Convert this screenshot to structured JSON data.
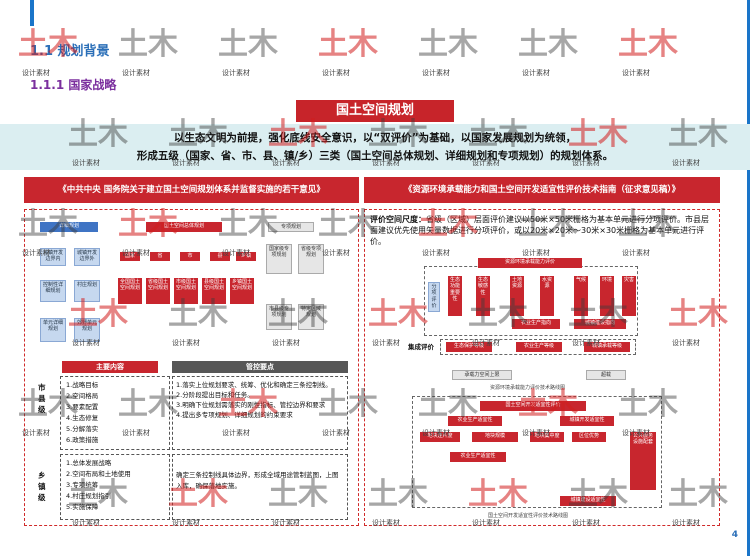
{
  "section_title": "1.1 规划背景",
  "subsection_title": "1.1.1 国家战略",
  "main_title": "国土空间规划",
  "intro_lines": [
    "以生态文明为前提，强化底线安全意识，以“双评价”为基础，以国家发展规划为统领，",
    "形成五级（国家、省、市、县、镇/乡）三类（国土空间总体规划、详细规划和专项规划）的规划体系。"
  ],
  "left_panel": {
    "header": "《中共中央 国务院关于建立国土空间规划体系并监督实施的若干意见》",
    "categories": [
      "详细规划",
      "国土空间总体规划",
      "专项规划"
    ],
    "levels": [
      "国家",
      "省",
      "市",
      "县",
      "乡镇"
    ],
    "detail_items": [
      "城镇开发边界内",
      "城镇开发边界外",
      "控制性详细规划",
      "村庄规划",
      "单元详细规划",
      "郊野单元规划"
    ],
    "special_items": [
      "国家级专项规划",
      "省级专项规划",
      "市县级专项规划",
      "特定区域规划"
    ],
    "master_items": [
      "全国国土空间规划",
      "省级国土空间规划",
      "市级国土空间规划",
      "县级国土空间规划",
      "乡镇国土空间规划"
    ],
    "county_label": "市县级",
    "county_contents_title": "主要内容",
    "county_contents": [
      "1.战略目标",
      "2.空间格局",
      "3.要素配置",
      "4.生态修复",
      "5.分解落实",
      "6.政策措施"
    ],
    "key_points_title": "管控要点",
    "key_points": [
      "1.落实上位规划要求、统筹、优化和确定三条控制线。",
      "2.分阶段提出目标和任务。",
      "3.明确下位规划需落实的刚性指标、管控边界和要求",
      "4.提出多专项规划、详细规划的约束要求"
    ],
    "town_label": "乡镇级",
    "town_contents": [
      "1.总体发展战略",
      "2.空间布局和土地使用",
      "3.专项统筹",
      "4.村庄规划指引",
      "5.实施保障"
    ],
    "town_key_point": "确定三条控制线具体边界，形成全域用途管制蓝图，上图入库，确保落地实施。"
  },
  "right_panel": {
    "header": "《资源环境承载能力和国土空间开发适宜性评价技术指南（征求意见稿）》",
    "eval_scale_label": "评价空间尺度：",
    "eval_text": "省级（区域）层面评价建议以50米×50米栅格为基本单元进行分项评价。市县层面建议优先使用矢量数据进行分项评价，或以20米×20米～30米×30米栅格为基本单元进行评价。",
    "diagram1": {
      "title": "资源环境承载能力评价",
      "left_tag": "分项评价",
      "factors": [
        "生态功能重要性",
        "生态敏感性",
        "土地资源",
        "水资源",
        "气候",
        "环境",
        "灾害"
      ],
      "row2": [
        "农业生产指向",
        "城镇建设指向"
      ],
      "integrate_label": "集成评价",
      "row3": [
        "生态保护等级",
        "农业生产等级",
        "城镇承载等级"
      ],
      "row4": [
        "承载力空间上限",
        "超载"
      ],
      "caption": "资源环境承载能力评价技术路线图"
    },
    "diagram2": {
      "title": "国土空间开发适宜性评价",
      "row1": [
        "农业生产适宜性",
        "城镇开发适宜性"
      ],
      "row2": [
        "地块连片度",
        "地块规模",
        "地块集中度",
        "区位优势",
        "公共服务设施配套"
      ],
      "row3": [
        "农业生产适宜性",
        "城镇建设适宜性"
      ],
      "caption": "国土空间开发适宜性评价技术路线图"
    }
  },
  "watermark": {
    "glyph": "土木",
    "caption": "设计素材"
  },
  "page_number": "4",
  "colors": {
    "brand_red": "#c8262e",
    "brand_blue": "#2b6fb8",
    "subtitle_purple": "#7b2f9e",
    "band_teal": "#dbeef1"
  }
}
